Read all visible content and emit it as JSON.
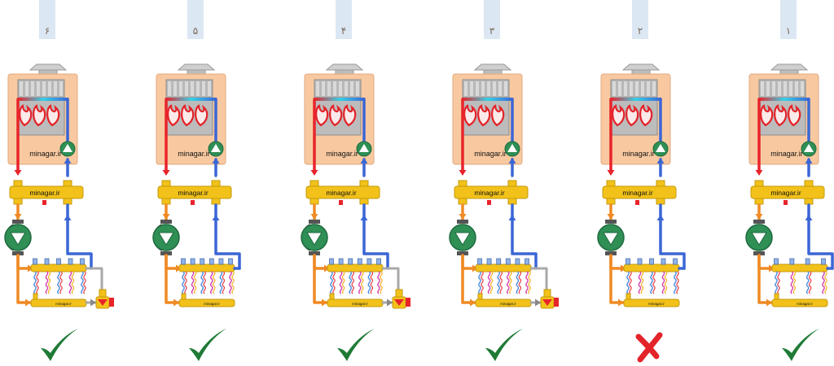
{
  "panels": [
    {
      "number": "۶",
      "boiler_label": "minagar.ir",
      "header_label": "minagar.ir",
      "manifold_label": "minagar.ir",
      "bottom_label": "minagar.ir",
      "status": "check",
      "pump_side_shell": true,
      "manifold_outlets": 5,
      "has_bypass_valve": true
    },
    {
      "number": "۵",
      "boiler_label": "minagar.ir",
      "header_label": "minagar.ir",
      "manifold_label": "minagar.ir",
      "bottom_label": "minagar.ir",
      "status": "check",
      "pump_side_shell": true,
      "manifold_outlets": 6,
      "has_bypass_valve": false
    },
    {
      "number": "۴",
      "boiler_label": "minagar.ir",
      "header_label": "minagar.ir",
      "manifold_label": "minagar.ir",
      "bottom_label": "minagar.ir",
      "status": "check",
      "pump_side_shell": true,
      "manifold_outlets": 6,
      "has_bypass_valve": true
    },
    {
      "number": "۳",
      "boiler_label": "minagar.ir",
      "header_label": "minagar.ir",
      "manifold_label": "minagar.ir",
      "bottom_label": "minagar.ir",
      "status": "check",
      "pump_side_shell": false,
      "manifold_outlets": 6,
      "has_bypass_valve": true
    },
    {
      "number": "۲",
      "boiler_label": "minagar.ir",
      "header_label": "minagar.ir",
      "manifold_label": "minagar.ir",
      "bottom_label": "minagar.ir",
      "status": "cross",
      "pump_side_shell": false,
      "manifold_outlets": 5,
      "has_bypass_valve": false
    },
    {
      "number": "۱",
      "boiler_label": "minagar.ir",
      "header_label": "minagar.ir",
      "manifold_label": "minagar.ir",
      "bottom_label": "minagar.ir",
      "status": "check",
      "pump_side_shell": false,
      "manifold_outlets": 4,
      "has_bypass_valve": false
    }
  ],
  "colors": {
    "hot_pipe": "#e8242a",
    "return_pipe": "#3a66d6",
    "supply_pipe": "#f08a24",
    "bypass_pipe": "#a8a8a8",
    "boiler_body": "#f8c9a0",
    "brass": "#f2c21a",
    "pump": "#2f8f55",
    "check": "#1f7a36",
    "cross": "#e3242a",
    "tab": "#dce7f4"
  },
  "icons": {
    "check": "check-mark-icon",
    "cross": "cross-mark-icon",
    "pump": "pump-icon",
    "flame": "flame-icon"
  }
}
